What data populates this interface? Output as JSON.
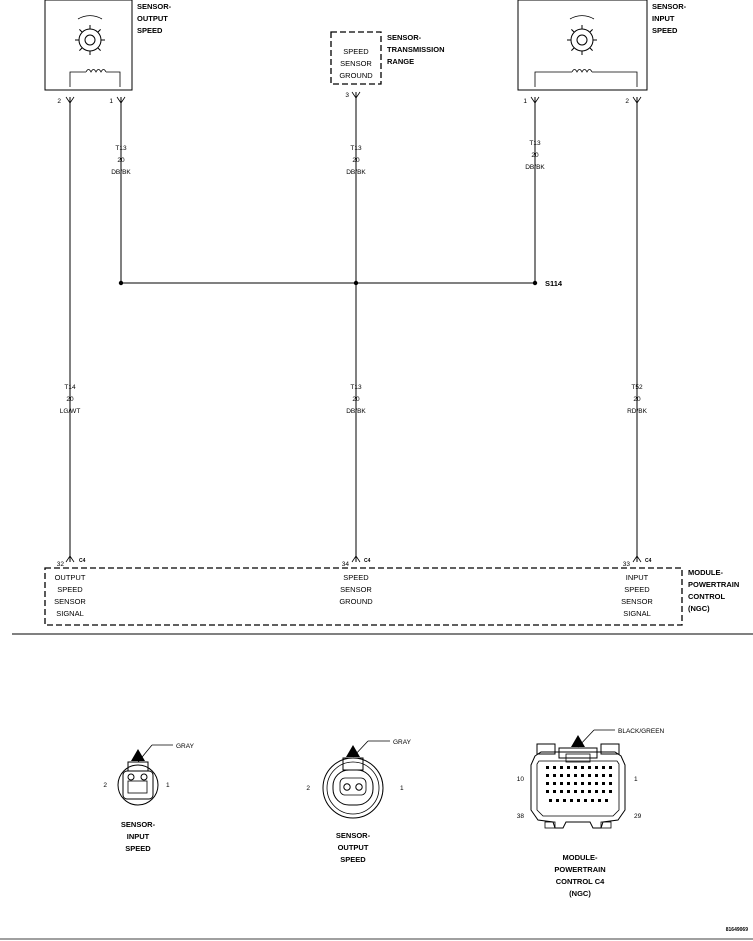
{
  "components": {
    "output_speed_sensor": {
      "name": [
        "SENSOR-",
        "OUTPUT",
        "SPEED"
      ],
      "pins": [
        "2",
        "1"
      ]
    },
    "input_speed_sensor": {
      "name": [
        "SENSOR-",
        "INPUT",
        "SPEED"
      ],
      "pins": [
        "1",
        "2"
      ]
    },
    "transmission_range_sensor": {
      "name": [
        "SENSOR-",
        "TRANSMISSION",
        "RANGE"
      ],
      "function": [
        "SPEED",
        "SENSOR",
        "GROUND"
      ],
      "pin": "3"
    },
    "pcm": {
      "name": [
        "MODULE-",
        "POWERTRAIN",
        "CONTROL",
        "(NGC)"
      ],
      "connector": "C4",
      "pins": [
        {
          "pin": "32",
          "function": [
            "OUTPUT",
            "SPEED",
            "SENSOR",
            "SIGNAL"
          ]
        },
        {
          "pin": "34",
          "function": [
            "SPEED",
            "SENSOR",
            "GROUND"
          ]
        },
        {
          "pin": "33",
          "function": [
            "INPUT",
            "SPEED",
            "SENSOR",
            "SIGNAL"
          ]
        }
      ]
    }
  },
  "wires": {
    "t13_out": [
      "T13",
      "20",
      "DB/BK"
    ],
    "t13_range": [
      "T13",
      "20",
      "DB/BK"
    ],
    "t13_in": [
      "T13",
      "20",
      "DB/BK"
    ],
    "t14": [
      "T14",
      "20",
      "LG/WT"
    ],
    "t13_pcm": [
      "T13",
      "20",
      "DB/BK"
    ],
    "t52": [
      "T52",
      "20",
      "RD/BK"
    ]
  },
  "splice": "S114",
  "connector_views": {
    "input": {
      "color": "GRAY",
      "pin_left": "2",
      "pin_right": "1",
      "caption": [
        "SENSOR-",
        "INPUT",
        "SPEED"
      ]
    },
    "output": {
      "color": "GRAY",
      "pin_left": "2",
      "pin_right": "1",
      "caption": [
        "SENSOR-",
        "OUTPUT",
        "SPEED"
      ]
    },
    "pcm": {
      "color": "BLACK/GREEN",
      "pin_top_left": "10",
      "pin_top_right": "1",
      "pin_bottom_left": "38",
      "pin_bottom_right": "29",
      "caption": [
        "MODULE-",
        "POWERTRAIN",
        "CONTROL C4",
        "(NGC)"
      ]
    }
  },
  "figure_id": "81649069"
}
